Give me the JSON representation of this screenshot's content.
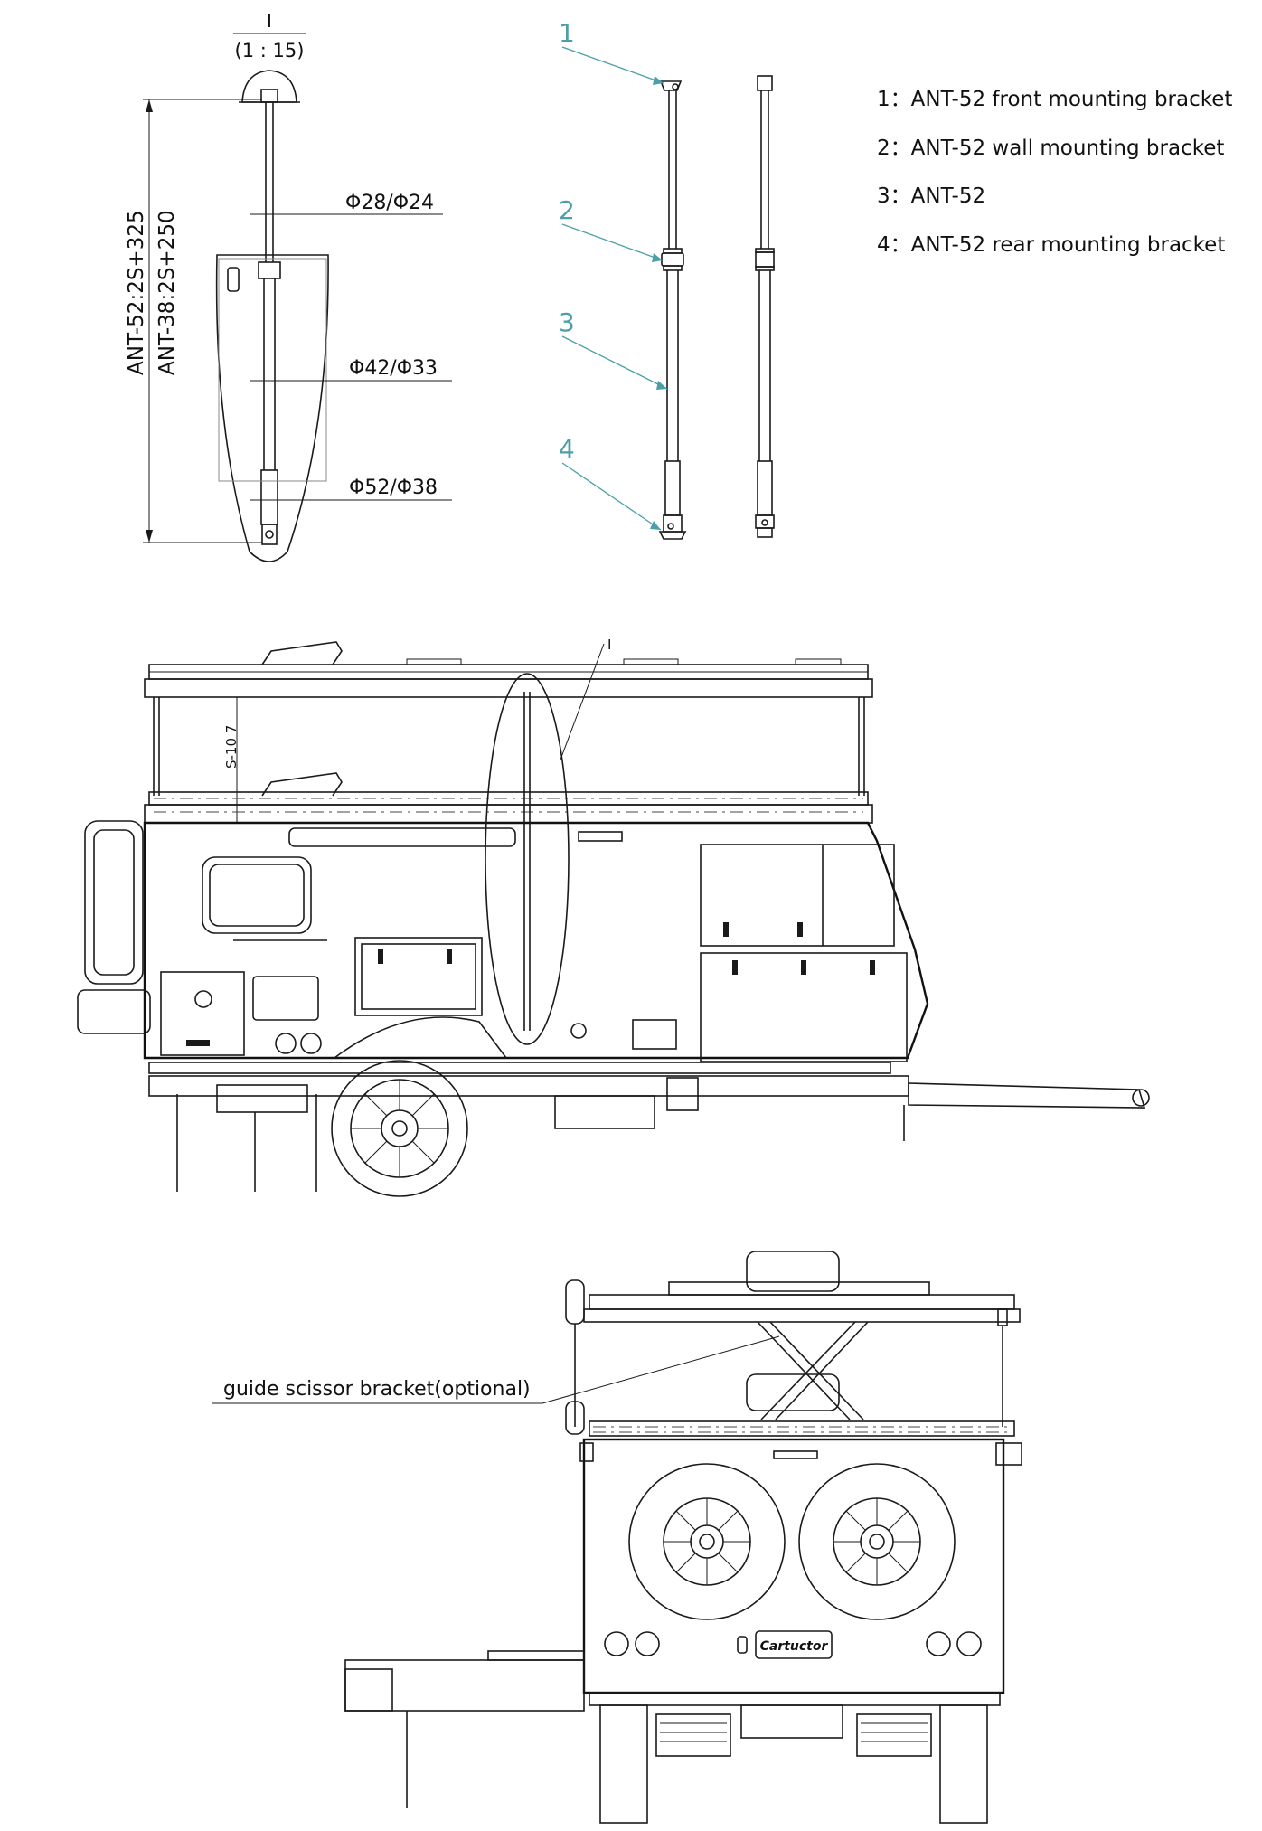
{
  "detail_marker": {
    "label": "I",
    "scale": "(1 : 15)"
  },
  "side_marker": "I",
  "dimensions": {
    "height_ant52": "ANT-52:2S+325",
    "height_ant38": "ANT-38:2S+250",
    "dia_top": "Φ28/Φ24",
    "dia_mid": "Φ42/Φ33",
    "dia_bottom": "Φ52/Φ38",
    "stroke_note": "S-10 7"
  },
  "callouts": [
    "1",
    "2",
    "3",
    "4"
  ],
  "legend": [
    {
      "num": "1：",
      "text": "ANT-52 front mounting bracket"
    },
    {
      "num": "2：",
      "text": "ANT-52 wall mounting bracket"
    },
    {
      "num": "3：",
      "text": "ANT-52"
    },
    {
      "num": "4：",
      "text": "ANT-52 rear mounting bracket"
    }
  ],
  "rear_view_label": "guide scissor bracket(optional)",
  "brand_plate": "Cartuctor"
}
